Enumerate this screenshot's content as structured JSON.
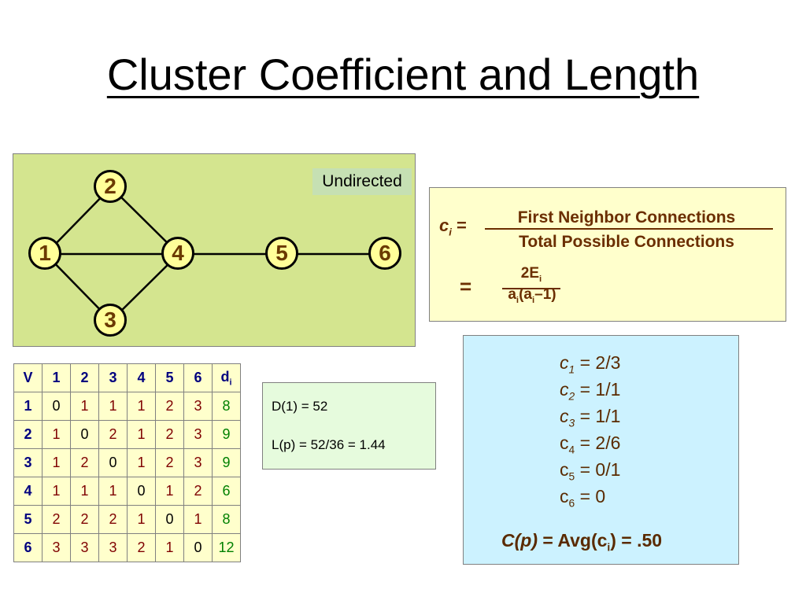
{
  "title": "Cluster Coefficient and Length",
  "graph": {
    "label": "Undirected",
    "nodes": [
      "1",
      "2",
      "3",
      "4",
      "5",
      "6"
    ],
    "edges": [
      [
        "1",
        "2"
      ],
      [
        "1",
        "3"
      ],
      [
        "1",
        "4"
      ],
      [
        "2",
        "4"
      ],
      [
        "3",
        "4"
      ],
      [
        "4",
        "5"
      ],
      [
        "5",
        "6"
      ]
    ]
  },
  "formula": {
    "lhs": "c",
    "lhs_sub": "i",
    "lhs_eq": " =",
    "numerator": "First Neighbor Connections",
    "denominator": "Total Possible Connections",
    "eq2": "=",
    "num2_main": "2E",
    "num2_sub": "i",
    "den2": "a(a–1)"
  },
  "table": {
    "headers": [
      "V",
      "1",
      "2",
      "3",
      "4",
      "5",
      "6",
      "d"
    ],
    "deg_sub": "i",
    "rows": [
      {
        "v": "1",
        "d": [
          "0",
          "1",
          "1",
          "1",
          "2",
          "3"
        ],
        "deg": "8"
      },
      {
        "v": "2",
        "d": [
          "1",
          "0",
          "2",
          "1",
          "2",
          "3"
        ],
        "deg": "9"
      },
      {
        "v": "3",
        "d": [
          "1",
          "2",
          "0",
          "1",
          "2",
          "3"
        ],
        "deg": "9"
      },
      {
        "v": "4",
        "d": [
          "1",
          "1",
          "1",
          "0",
          "1",
          "2"
        ],
        "deg": "6"
      },
      {
        "v": "5",
        "d": [
          "2",
          "2",
          "2",
          "1",
          "0",
          "1"
        ],
        "deg": "8"
      },
      {
        "v": "6",
        "d": [
          "3",
          "3",
          "3",
          "2",
          "1",
          "0"
        ],
        "deg": "12"
      }
    ]
  },
  "length": {
    "d1": "D(1) = 52",
    "lp": "L(p) = 52/36 = 1.44"
  },
  "coefficients": [
    {
      "var": "c",
      "sub": "1",
      "rest": " = 2/3",
      "italic": true
    },
    {
      "var": "c",
      "sub": "2",
      "rest": " = 1/1",
      "italic": true
    },
    {
      "var": "c",
      "sub": "3",
      "rest": " = 1/1",
      "italic": true
    },
    {
      "var": "c",
      "sub": "4",
      "rest": " = 2/6",
      "italic": false
    },
    {
      "var": "c",
      "sub": "5",
      "rest": " = 0/1",
      "italic": false
    },
    {
      "var": "c",
      "sub": "6",
      "rest": " = 0",
      "italic": false
    }
  ],
  "cp": {
    "lhs": "C(p)",
    "rhs_a": " = Avg(c",
    "rhs_sub": "i",
    "rhs_b": ") = .50"
  },
  "colors": {
    "graph_bg": "#d4e58f",
    "node_fill": "#ffff99",
    "node_text": "#6b3a00",
    "formula_bg": "#ffffcc",
    "coef_bg": "#ccf2ff",
    "length_bg": "#e6fbdd"
  }
}
